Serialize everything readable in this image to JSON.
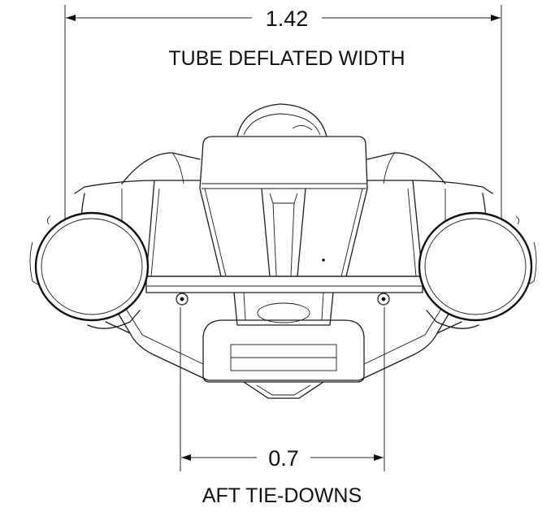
{
  "dimensions": {
    "tube_width": {
      "value": "1.42",
      "label": "TUBE DEFLATED WIDTH"
    },
    "tie_downs": {
      "value": "0.7",
      "label": "AFT TIE-DOWNS"
    }
  },
  "colors": {
    "line": "#1a1a1a",
    "background": "#ffffff"
  }
}
